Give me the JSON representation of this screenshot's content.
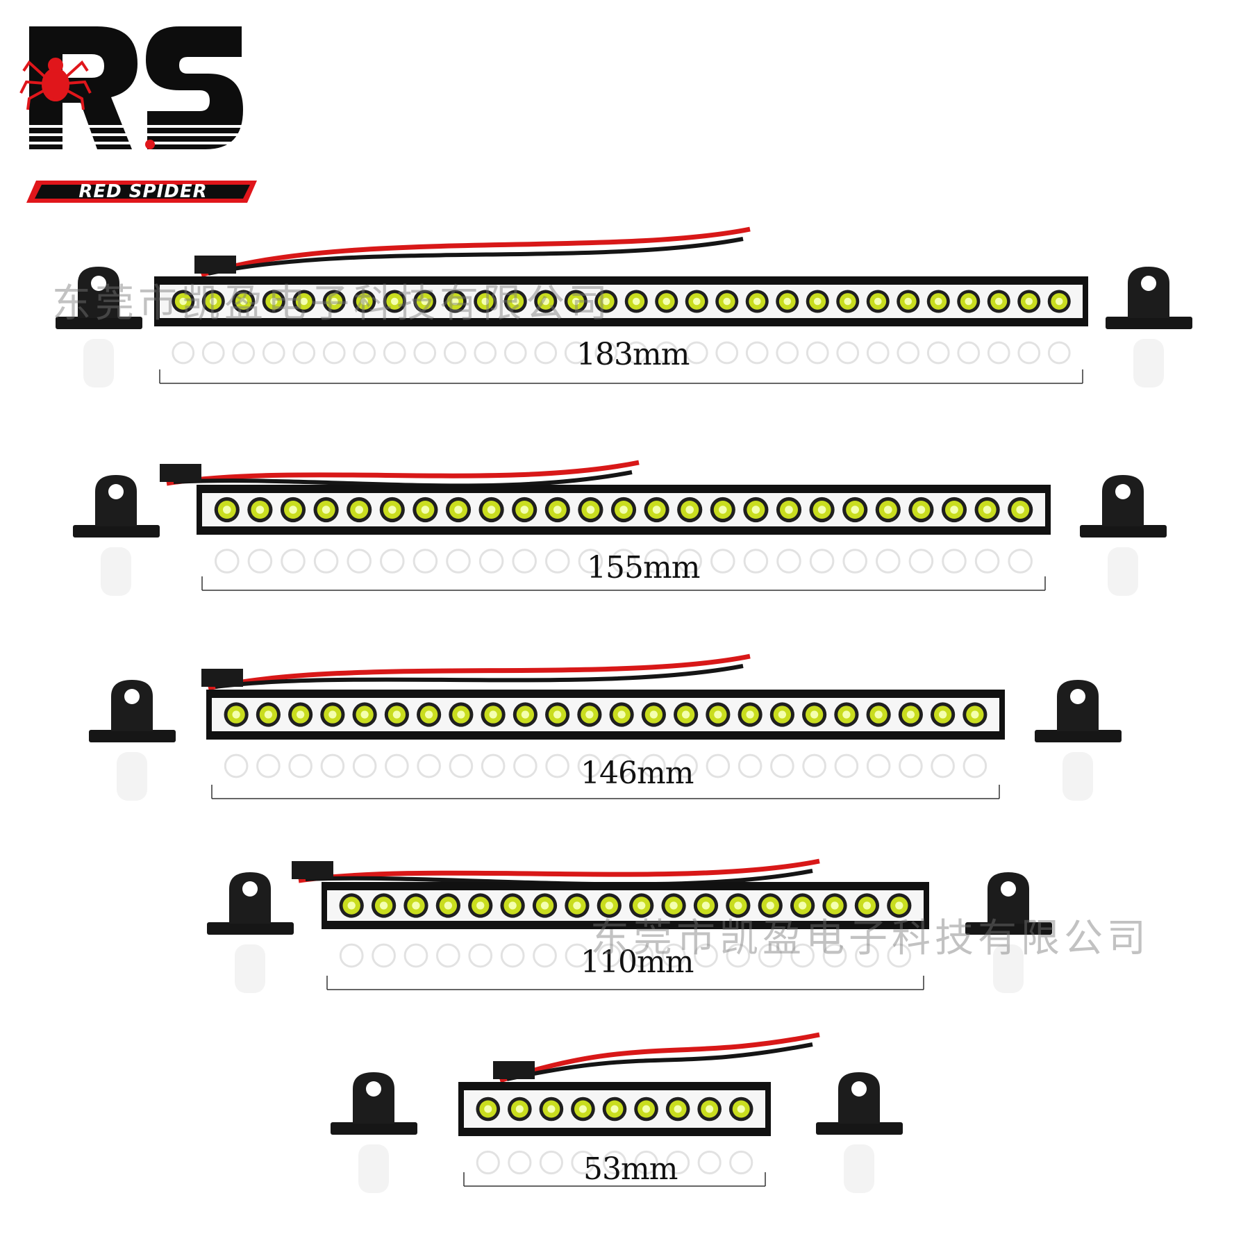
{
  "brand": {
    "monogram": "RS",
    "name": "RED SPIDER",
    "colors": {
      "red": "#e0161b",
      "black": "#0d0d0d"
    }
  },
  "watermarks": [
    {
      "text": "东莞市凯盈电子科技有限公司"
    },
    {
      "text": "东莞市凯盈电子科技有限公司"
    }
  ],
  "light_bars": [
    {
      "length_label": "183mm",
      "led_count": 30
    },
    {
      "length_label": "155mm",
      "led_count": 25
    },
    {
      "length_label": "146mm",
      "led_count": 24
    },
    {
      "length_label": "110mm",
      "led_count": 18
    },
    {
      "length_label": "53mm",
      "led_count": 9
    }
  ],
  "colors": {
    "led": "#c9dd1f",
    "led_center": "#f4ffb0",
    "housing": "#111111",
    "wire_red": "#d81818",
    "wire_black": "#151515"
  }
}
